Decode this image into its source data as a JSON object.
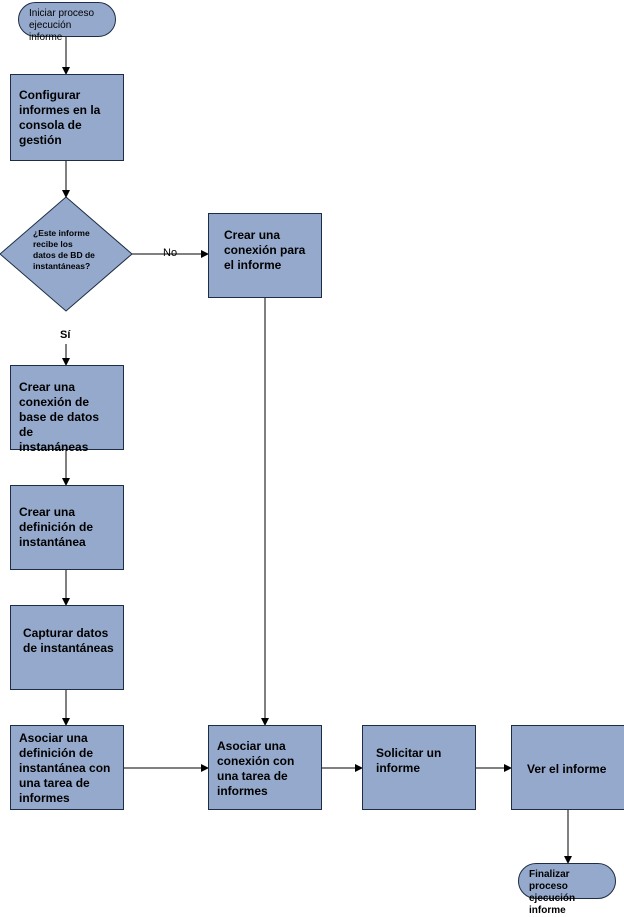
{
  "nodes": {
    "start": {
      "lines": [
        "Iniciar proceso",
        "ejecución informe"
      ]
    },
    "configure": {
      "lines": [
        "Configurar",
        "informes en la",
        "consola de gestión"
      ]
    },
    "decision": {
      "lines": [
        "¿Este informe",
        "recibe los",
        "datos de BD de",
        "instantáneas?"
      ]
    },
    "create_connection": {
      "lines": [
        "Crear una",
        "conexión para",
        "el informe"
      ]
    },
    "create_snapshot_db": {
      "lines": [
        "Crear una",
        "conexión de",
        "base de datos de",
        "instanáneas"
      ]
    },
    "create_snapshot_def": {
      "lines": [
        "Crear una",
        "definición de",
        "instantánea"
      ]
    },
    "capture_data": {
      "lines": [
        "Capturar datos",
        "de instantáneas"
      ]
    },
    "assoc_snapshot": {
      "lines": [
        "Asociar una",
        "definición de",
        "instantánea con",
        "una tarea de",
        "informes"
      ]
    },
    "assoc_connection": {
      "lines": [
        "Asociar una",
        "conexión con",
        "una tarea de",
        "informes"
      ]
    },
    "request_report": {
      "lines": [
        "Solicitar un",
        "informe"
      ]
    },
    "view_report": {
      "lines": [
        "Ver el informe"
      ]
    },
    "end": {
      "lines": [
        "Finalizar proceso",
        "ejecución informe"
      ]
    }
  },
  "edges": {
    "no_label": "No",
    "yes_label": "Sí"
  },
  "colors": {
    "fill": "#94a9cb",
    "stroke": "#1c2d44",
    "line": "#000000"
  }
}
